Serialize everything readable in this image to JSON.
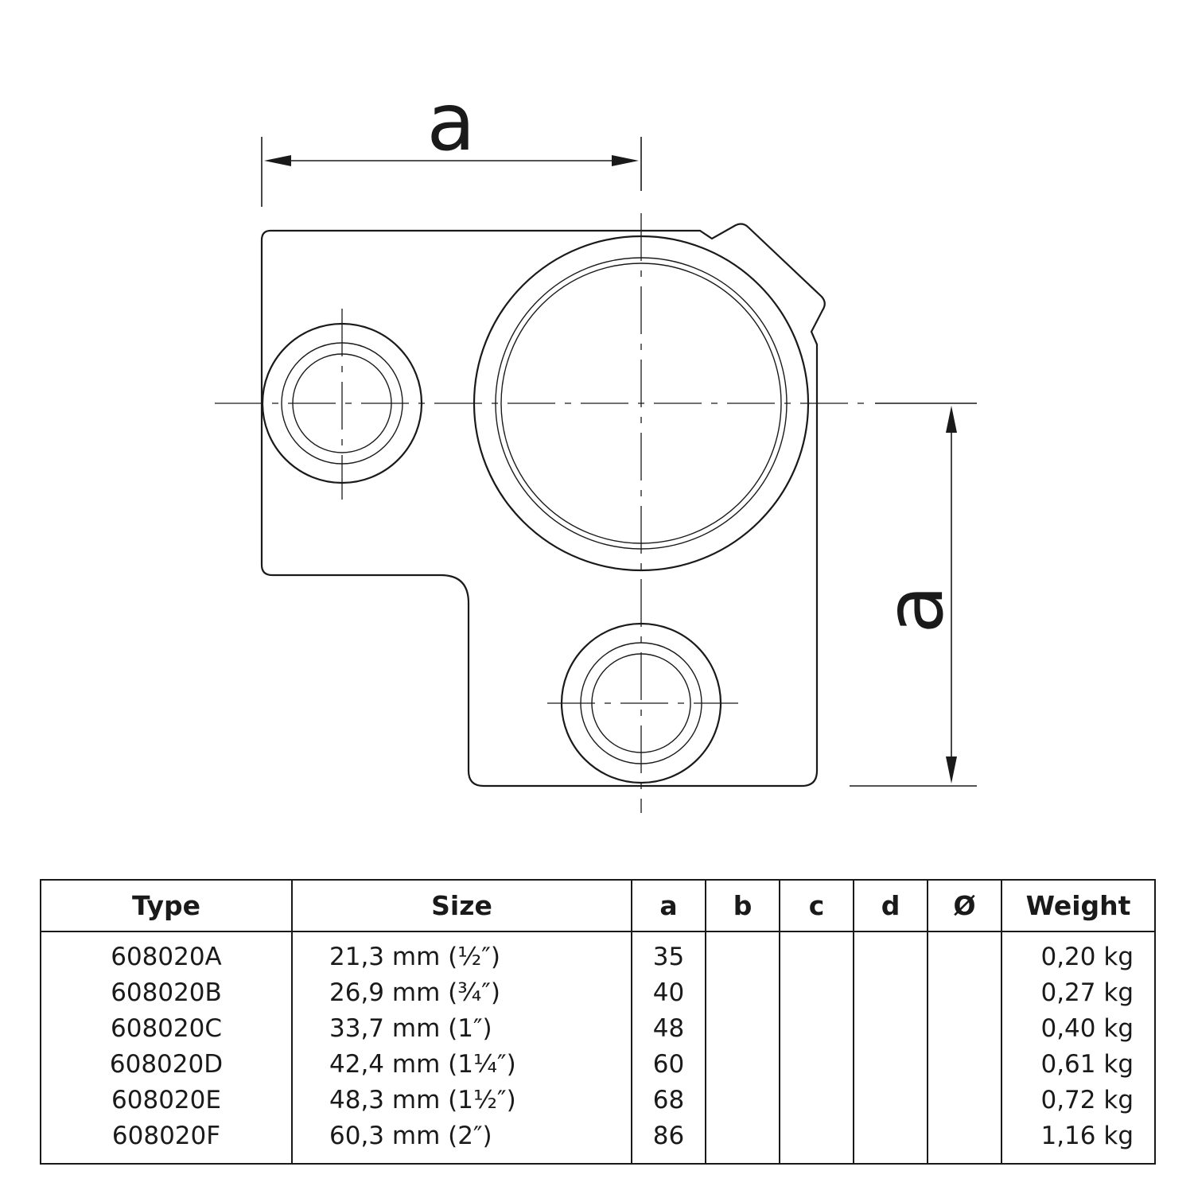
{
  "drawing": {
    "dimension_horizontal_label": "a",
    "dimension_vertical_label": "a"
  },
  "table": {
    "headers": {
      "type": "Type",
      "size": "Size",
      "a": "a",
      "b": "b",
      "c": "c",
      "d": "d",
      "diameter": "Ø",
      "weight": "Weight"
    },
    "rows": [
      {
        "type": "608020A",
        "size": "21,3 mm (½″)",
        "a": "35",
        "b": "",
        "c": "",
        "d": "",
        "diameter": "",
        "weight": "0,20 kg"
      },
      {
        "type": "608020B",
        "size": "26,9 mm (¾″)",
        "a": "40",
        "b": "",
        "c": "",
        "d": "",
        "diameter": "",
        "weight": "0,27 kg"
      },
      {
        "type": "608020C",
        "size": "33,7 mm (1″)",
        "a": "48",
        "b": "",
        "c": "",
        "d": "",
        "diameter": "",
        "weight": "0,40 kg"
      },
      {
        "type": "608020D",
        "size": "42,4 mm (1¼″)",
        "a": "60",
        "b": "",
        "c": "",
        "d": "",
        "diameter": "",
        "weight": "0,61 kg"
      },
      {
        "type": "608020E",
        "size": "48,3 mm (1½″)",
        "a": "68",
        "b": "",
        "c": "",
        "d": "",
        "diameter": "",
        "weight": "0,72 kg"
      },
      {
        "type": "608020F",
        "size": "60,3 mm (2″)",
        "a": "86",
        "b": "",
        "c": "",
        "d": "",
        "diameter": "",
        "weight": "1,16 kg"
      }
    ]
  }
}
